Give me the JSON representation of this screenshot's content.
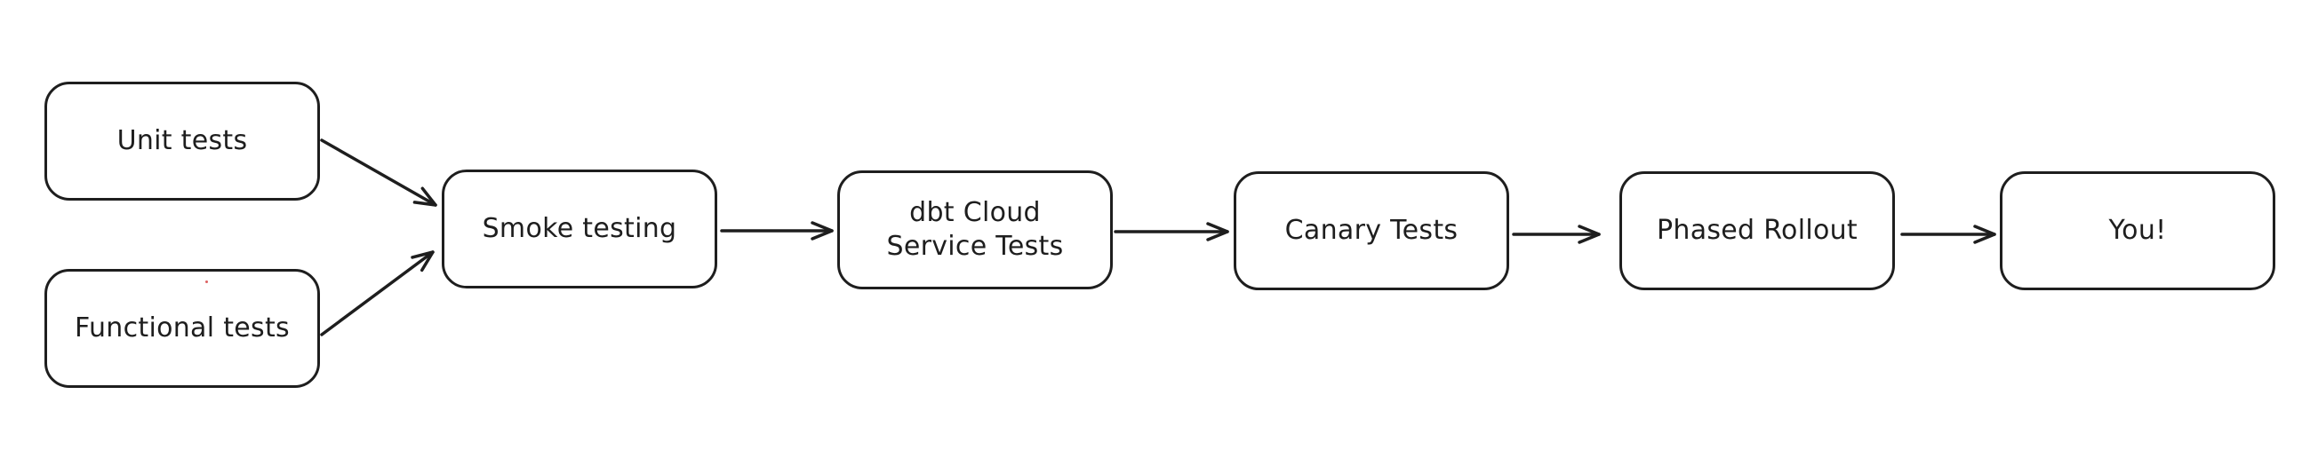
{
  "diagram": {
    "type": "flowchart",
    "style": "hand-drawn",
    "colors": {
      "stroke": "#1e1e1e",
      "bg": "#ffffff",
      "artifact": "#d64545"
    },
    "nodes": [
      {
        "id": "unit-tests",
        "label": "Unit tests"
      },
      {
        "id": "functional-tests",
        "label": "Functional tests"
      },
      {
        "id": "smoke-testing",
        "label": "Smoke testing"
      },
      {
        "id": "dbt-cloud-service-tests",
        "label": "dbt Cloud Service Tests",
        "lines": [
          "dbt Cloud",
          "Service Tests"
        ]
      },
      {
        "id": "canary-tests",
        "label": "Canary Tests"
      },
      {
        "id": "phased-rollout",
        "label": "Phased Rollout"
      },
      {
        "id": "you",
        "label": "You!"
      }
    ],
    "edges": [
      {
        "from": "unit-tests",
        "to": "smoke-testing"
      },
      {
        "from": "functional-tests",
        "to": "smoke-testing"
      },
      {
        "from": "smoke-testing",
        "to": "dbt-cloud-service-tests"
      },
      {
        "from": "dbt-cloud-service-tests",
        "to": "canary-tests"
      },
      {
        "from": "canary-tests",
        "to": "phased-rollout"
      },
      {
        "from": "phased-rollout",
        "to": "you"
      }
    ]
  }
}
